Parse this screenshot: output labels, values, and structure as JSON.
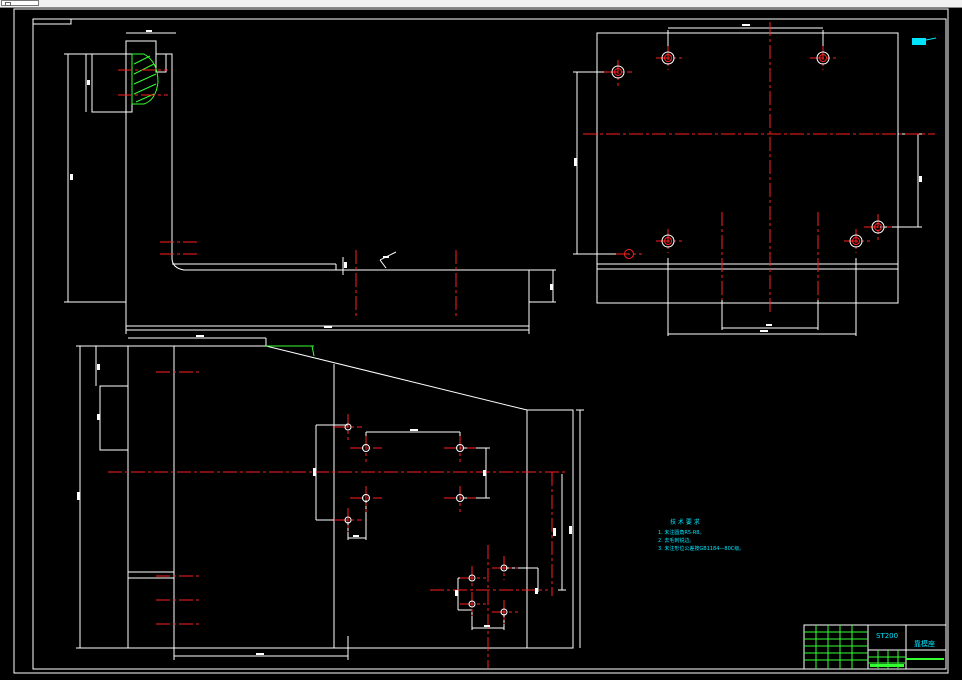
{
  "sheet": {
    "title_block": {
      "drawing_number": "ST200",
      "part_name": "靠模座"
    },
    "technical_requirements": {
      "heading": "技 术 要 求",
      "items": [
        "1. 未注圆角R5-R8。",
        "2. 去毛刺锐边。",
        "3. 未注形位公差按GB1184—80C级。"
      ]
    },
    "top_right_note": "R5"
  },
  "colors": {
    "background": "#000000",
    "outline": "#ffffff",
    "centerline": "#ff2020",
    "hatch": "#33ff33",
    "annotation": "#00e5ff"
  }
}
